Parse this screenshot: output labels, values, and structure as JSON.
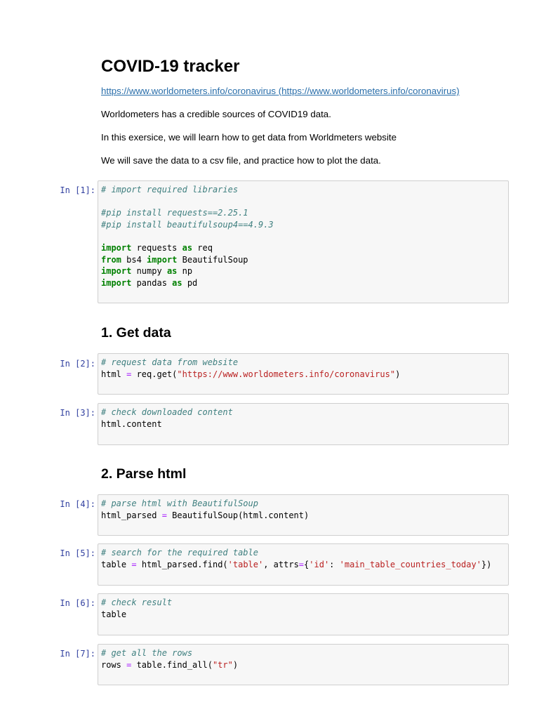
{
  "notebook": {
    "title": "COVID-19 tracker",
    "link_text": "https://www.worldometers.info/coronavirus (https://www.worldometers.info/coronavirus)",
    "paragraphs": [
      "Worldometers has a credible sources of COVID19 data.",
      "In this exersice, we will learn how to get data from Worldmeters website",
      "We will save the data to a csv file, and practice how to plot the data."
    ],
    "section1": "1. Get data",
    "section2": "2. Parse html"
  },
  "cells": [
    {
      "prompt": "In [1]:",
      "lines": [
        [
          {
            "t": "comment",
            "v": "# import required libraries"
          }
        ],
        [],
        [
          {
            "t": "comment",
            "v": "#pip install requests==2.25.1"
          }
        ],
        [
          {
            "t": "comment",
            "v": "#pip install beautifulsoup4==4.9.3"
          }
        ],
        [],
        [
          {
            "t": "kw",
            "v": "import"
          },
          {
            "t": "name",
            "v": " requests "
          },
          {
            "t": "kw",
            "v": "as"
          },
          {
            "t": "name",
            "v": " req"
          }
        ],
        [
          {
            "t": "kw",
            "v": "from"
          },
          {
            "t": "name",
            "v": " bs4 "
          },
          {
            "t": "kw",
            "v": "import"
          },
          {
            "t": "name",
            "v": " BeautifulSoup"
          }
        ],
        [
          {
            "t": "kw",
            "v": "import"
          },
          {
            "t": "name",
            "v": " numpy "
          },
          {
            "t": "kw",
            "v": "as"
          },
          {
            "t": "name",
            "v": " np"
          }
        ],
        [
          {
            "t": "kw",
            "v": "import"
          },
          {
            "t": "name",
            "v": " pandas "
          },
          {
            "t": "kw",
            "v": "as"
          },
          {
            "t": "name",
            "v": " pd"
          }
        ],
        []
      ]
    },
    {
      "prompt": "In [2]:",
      "lines": [
        [
          {
            "t": "comment",
            "v": "# request data from website"
          }
        ],
        [
          {
            "t": "name",
            "v": "html "
          },
          {
            "t": "op",
            "v": "="
          },
          {
            "t": "name",
            "v": " req.get("
          },
          {
            "t": "str",
            "v": "\"https://www.worldometers.info/coronavirus\""
          },
          {
            "t": "name",
            "v": ")"
          }
        ],
        []
      ]
    },
    {
      "prompt": "In [3]:",
      "lines": [
        [
          {
            "t": "comment",
            "v": "# check downloaded content"
          }
        ],
        [
          {
            "t": "name",
            "v": "html.content"
          }
        ],
        []
      ]
    },
    {
      "prompt": "In [4]:",
      "lines": [
        [
          {
            "t": "comment",
            "v": "# parse html with BeautifulSoup"
          }
        ],
        [
          {
            "t": "name",
            "v": "html_parsed "
          },
          {
            "t": "op",
            "v": "="
          },
          {
            "t": "name",
            "v": " BeautifulSoup(html.content)"
          }
        ],
        []
      ]
    },
    {
      "prompt": "In [5]:",
      "lines": [
        [
          {
            "t": "comment",
            "v": "# search for the required table"
          }
        ],
        [
          {
            "t": "name",
            "v": "table "
          },
          {
            "t": "op",
            "v": "="
          },
          {
            "t": "name",
            "v": " html_parsed.find("
          },
          {
            "t": "str",
            "v": "'table'"
          },
          {
            "t": "name",
            "v": ", attrs"
          },
          {
            "t": "op",
            "v": "="
          },
          {
            "t": "name",
            "v": "{"
          },
          {
            "t": "str",
            "v": "'id'"
          },
          {
            "t": "name",
            "v": ": "
          },
          {
            "t": "str",
            "v": "'main_table_countries_today'"
          },
          {
            "t": "name",
            "v": "})"
          }
        ],
        []
      ]
    },
    {
      "prompt": "In [6]:",
      "lines": [
        [
          {
            "t": "comment",
            "v": "# check result"
          }
        ],
        [
          {
            "t": "name",
            "v": "table"
          }
        ],
        []
      ]
    },
    {
      "prompt": "In [7]:",
      "lines": [
        [
          {
            "t": "comment",
            "v": "# get all the rows"
          }
        ],
        [
          {
            "t": "name",
            "v": "rows "
          },
          {
            "t": "op",
            "v": "="
          },
          {
            "t": "name",
            "v": " table.find_all("
          },
          {
            "t": "str",
            "v": "\"tr\""
          },
          {
            "t": "name",
            "v": ")"
          }
        ],
        []
      ]
    }
  ]
}
